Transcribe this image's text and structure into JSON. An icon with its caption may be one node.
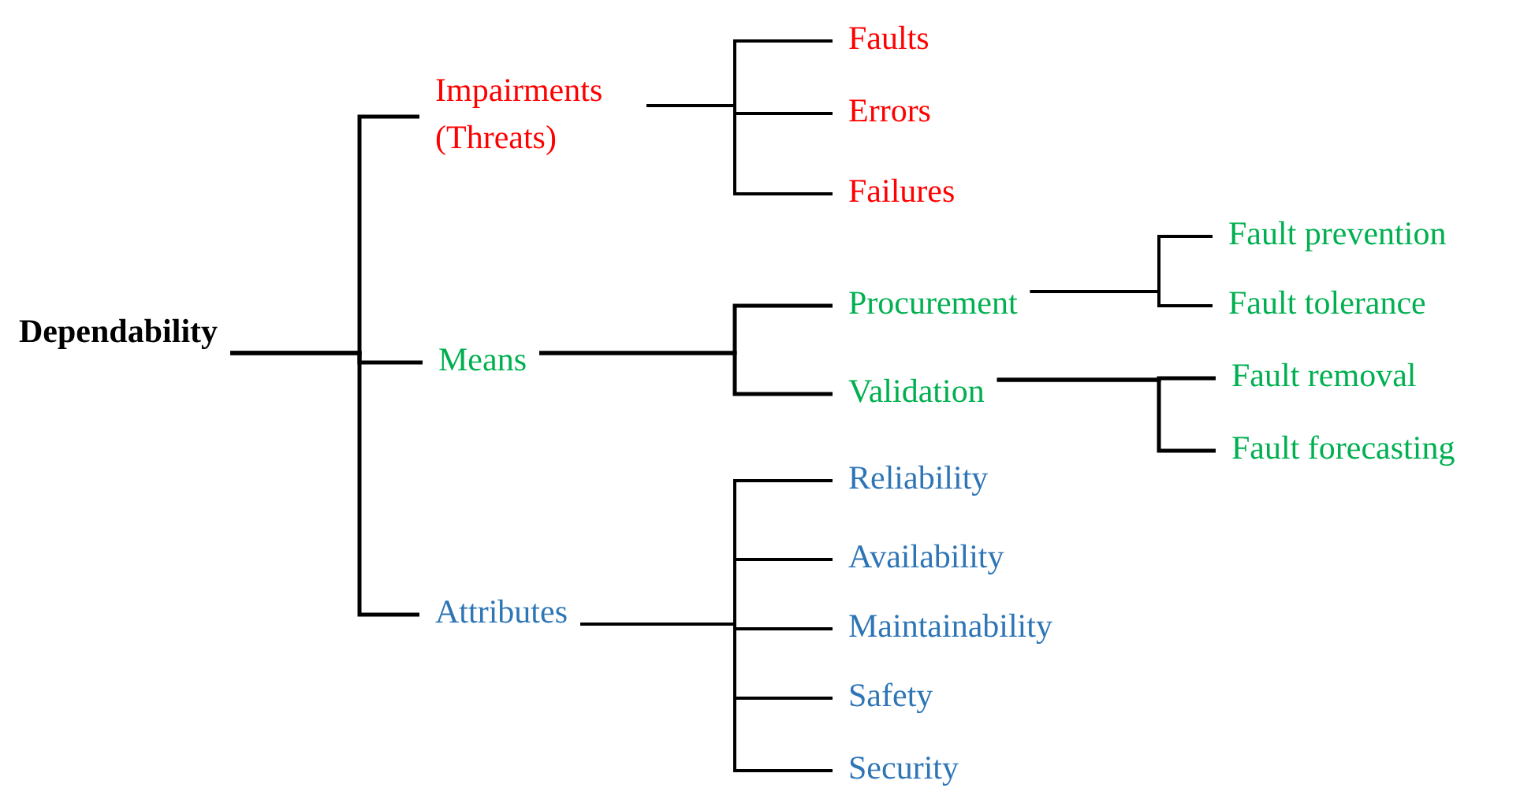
{
  "diagram": {
    "nodes": [
      {
        "text": [
          "Dependability"
        ]
      },
      {
        "text": [
          "Impairments (Threats)"
        ]
      },
      {
        "text": [
          "Faults"
        ]
      },
      {
        "text": [
          "Errors"
        ]
      },
      {
        "text": [
          "Failures"
        ]
      },
      {
        "text": [
          "Means"
        ]
      },
      {
        "text": [
          "Procurement"
        ]
      },
      {
        "text": [
          "Fault prevention"
        ]
      },
      {
        "text": [
          "Fault tolerance"
        ]
      },
      {
        "text": [
          "Validation"
        ]
      },
      {
        "text": [
          "Fault removal"
        ]
      },
      {
        "text": [
          "Fault forecasting"
        ]
      },
      {
        "text": [
          "Attributes"
        ]
      },
      {
        "text": [
          "Reliability"
        ]
      },
      {
        "text": [
          "Availability"
        ]
      },
      {
        "text": [
          "Maintainability"
        ]
      },
      {
        "text": [
          "Safety"
        ]
      },
      {
        "text": [
          "Security"
        ]
      }
    ],
    "edges": [
      {
        "from": 0,
        "to": 1,
        "arrow": "none"
      },
      {
        "from": 0,
        "to": 5,
        "arrow": "none"
      },
      {
        "from": 0,
        "to": 12,
        "arrow": "none"
      },
      {
        "from": 1,
        "to": 2,
        "arrow": "none"
      },
      {
        "from": 1,
        "to": 3,
        "arrow": "none"
      },
      {
        "from": 1,
        "to": 4,
        "arrow": "none"
      },
      {
        "from": 5,
        "to": 6,
        "arrow": "none"
      },
      {
        "from": 5,
        "to": 9,
        "arrow": "none"
      },
      {
        "from": 6,
        "to": 7,
        "arrow": "none"
      },
      {
        "from": 6,
        "to": 8,
        "arrow": "none"
      },
      {
        "from": 9,
        "to": 10,
        "arrow": "none"
      },
      {
        "from": 9,
        "to": 11,
        "arrow": "none"
      },
      {
        "from": 12,
        "to": 13,
        "arrow": "none"
      },
      {
        "from": 12,
        "to": 14,
        "arrow": "none"
      },
      {
        "from": 12,
        "to": 15,
        "arrow": "none"
      },
      {
        "from": 12,
        "to": 16,
        "arrow": "none"
      },
      {
        "from": 12,
        "to": 17,
        "arrow": "none"
      }
    ]
  }
}
